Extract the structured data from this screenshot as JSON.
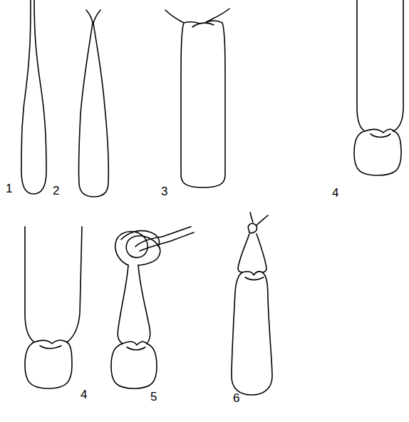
{
  "diagram": {
    "labels": [
      "1",
      "2",
      "3",
      "4",
      "4",
      "5",
      "6"
    ]
  }
}
